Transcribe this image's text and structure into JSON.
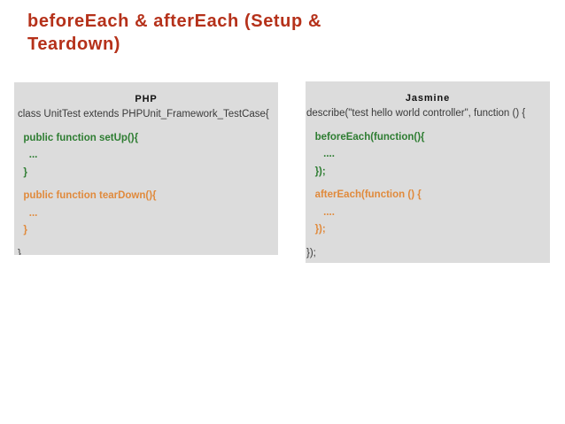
{
  "slide": {
    "title": "beforeEach & afterEach (Setup &\nTeardown)",
    "title_color": "#B5311A",
    "background_color": "#FFFFFF"
  },
  "theme": {
    "panel_background": "#DCDCDC",
    "plain_code_color": "#3A3A3A",
    "green_code_color": "#2E7D32",
    "orange_code_color": "#E08A3C"
  },
  "panels": [
    {
      "id": "php",
      "heading": "PHP",
      "lines": [
        {
          "text": "class UnitTest extends PHPUnit_Framework_TestCase{",
          "style": "plain"
        },
        {
          "text": "",
          "style": "spacer"
        },
        {
          "text": "  public function setUp(){",
          "style": "green"
        },
        {
          "text": "    ...",
          "style": "dots-green"
        },
        {
          "text": "  }",
          "style": "green"
        },
        {
          "text": "",
          "style": "spacer"
        },
        {
          "text": "  public function tearDown(){",
          "style": "orange"
        },
        {
          "text": "    ...",
          "style": "dots-orange"
        },
        {
          "text": "  }",
          "style": "orange"
        },
        {
          "text": "",
          "style": "spacer"
        },
        {
          "text": "}",
          "style": "plain"
        }
      ]
    },
    {
      "id": "jasmine",
      "heading": "Jasmine",
      "lines": [
        {
          "text": "describe(\"test hello world controller\", function () {",
          "style": "plain"
        },
        {
          "text": "",
          "style": "spacer"
        },
        {
          "text": "   beforeEach(function(){",
          "style": "green"
        },
        {
          "text": "      ....",
          "style": "dots-green"
        },
        {
          "text": "   });",
          "style": "green"
        },
        {
          "text": "",
          "style": "spacer"
        },
        {
          "text": "   afterEach(function () {",
          "style": "orange"
        },
        {
          "text": "      ....",
          "style": "dots-orange"
        },
        {
          "text": "   });",
          "style": "orange"
        },
        {
          "text": "",
          "style": "spacer"
        },
        {
          "text": "});",
          "style": "plain"
        }
      ]
    }
  ]
}
